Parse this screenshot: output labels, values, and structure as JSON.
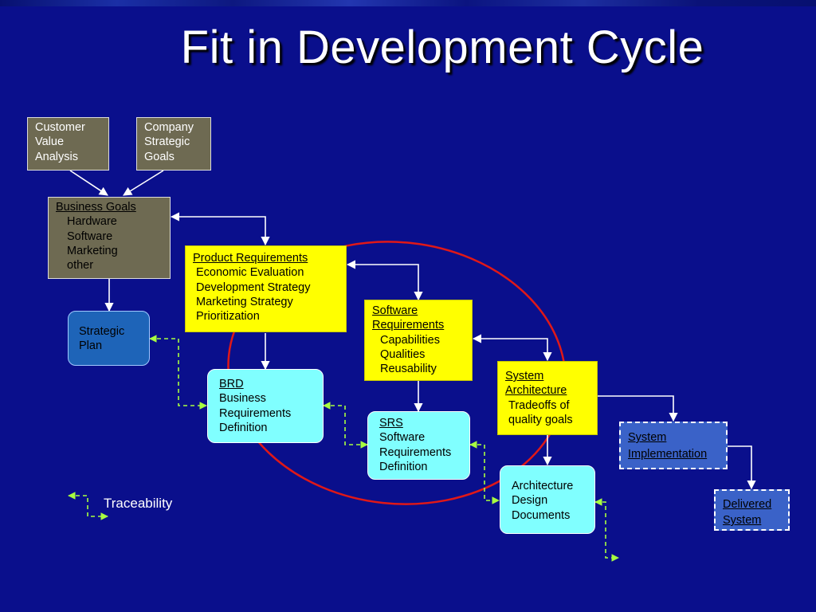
{
  "slide": {
    "title": "Fit in Development Cycle"
  },
  "boxes": {
    "customer_value": {
      "lines": [
        "Customer",
        "Value",
        "Analysis"
      ]
    },
    "company_goals": {
      "lines": [
        "Company",
        "Strategic",
        "Goals"
      ]
    },
    "business_goals": {
      "heading": "Business Goals",
      "items": [
        "Hardware",
        "Software",
        "Marketing",
        "other"
      ]
    },
    "strategic_plan": {
      "lines": [
        "Strategic",
        "Plan"
      ]
    },
    "product_requirements": {
      "heading": "Product Requirements",
      "items": [
        "Economic Evaluation",
        "Development Strategy",
        "Marketing Strategy",
        "Prioritization"
      ]
    },
    "software_requirements": {
      "heading": [
        "Software",
        "Requirements"
      ],
      "items": [
        "Capabilities",
        "Qualities",
        "Reusability"
      ]
    },
    "brd": {
      "heading": "BRD",
      "items": [
        "Business",
        "Requirements",
        "Definition"
      ]
    },
    "srs": {
      "heading": "SRS",
      "items": [
        "Software",
        "Requirements",
        "Definition"
      ]
    },
    "system_architecture": {
      "heading": [
        "System ",
        "Architecture"
      ],
      "items": [
        "Tradeoffs of",
        "quality goals"
      ]
    },
    "architecture_design": {
      "lines": [
        "Architecture",
        "Design",
        "Documents"
      ]
    },
    "system_implementation": {
      "lines": [
        "System ",
        "Implementation"
      ]
    },
    "delivered_system": {
      "lines": [
        "Delivered ",
        "System"
      ]
    }
  },
  "legend": {
    "label": "Traceability"
  },
  "colors": {
    "background": "#0a0f8c",
    "gray_box": "#6e6a52",
    "yellow_box": "#ffff00",
    "cyan_box": "#80ffff",
    "strategic_box": "#1e64b8",
    "dashed_box": "#3a62c8",
    "cycle_ellipse": "#e01818",
    "traceability": "#a8ff40"
  }
}
